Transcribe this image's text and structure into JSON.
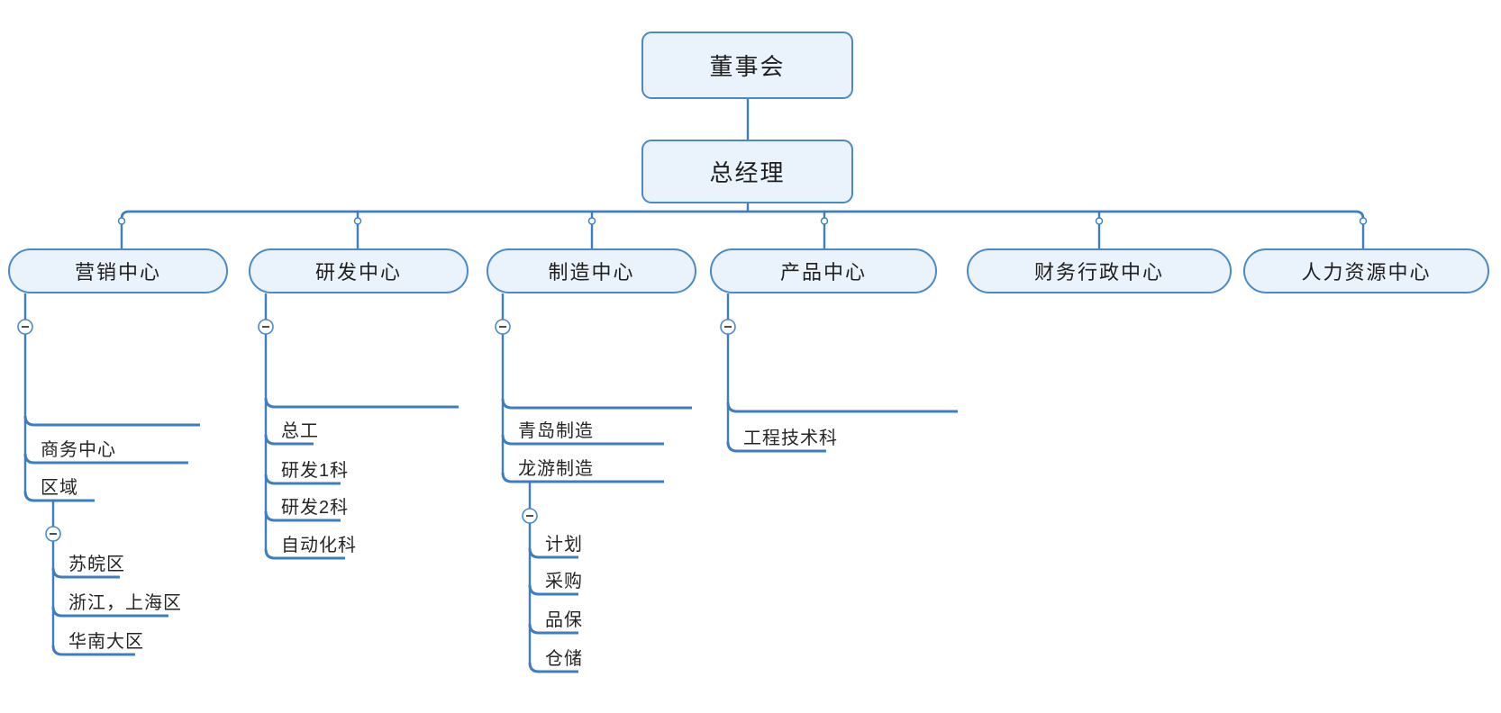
{
  "diagram": {
    "kind": "org-chart-mindmap",
    "colors": {
      "node_fill": "#eaf2fb",
      "node_border": "#4a8ac8",
      "connector": "#3d7dc1",
      "text": "#1f1f1f"
    },
    "icons": {
      "collapse_button": "minus-icon",
      "branch_junction": "dot-icon"
    }
  },
  "tree": {
    "label": "董事会",
    "children": [
      {
        "label": "总经理",
        "children": [
          {
            "label": "营销中心",
            "children": [
              {
                "label": ""
              },
              {
                "label": "商务中心"
              },
              {
                "label": "区域",
                "children": [
                  {
                    "label": "苏皖区"
                  },
                  {
                    "label": "浙江，上海区"
                  },
                  {
                    "label": "华南大区"
                  }
                ]
              }
            ]
          },
          {
            "label": "研发中心",
            "children": [
              {
                "label": ""
              },
              {
                "label": "总工"
              },
              {
                "label": "研发1科"
              },
              {
                "label": "研发2科"
              },
              {
                "label": "自动化科"
              }
            ]
          },
          {
            "label": "制造中心",
            "children": [
              {
                "label": ""
              },
              {
                "label": "青岛制造"
              },
              {
                "label": "龙游制造",
                "children": [
                  {
                    "label": "计划"
                  },
                  {
                    "label": "采购"
                  },
                  {
                    "label": "品保"
                  },
                  {
                    "label": "仓储"
                  }
                ]
              }
            ]
          },
          {
            "label": "产品中心",
            "children": [
              {
                "label": ""
              },
              {
                "label": "工程技术科"
              }
            ]
          },
          {
            "label": "财务行政中心"
          },
          {
            "label": "人力资源中心"
          }
        ]
      }
    ]
  }
}
